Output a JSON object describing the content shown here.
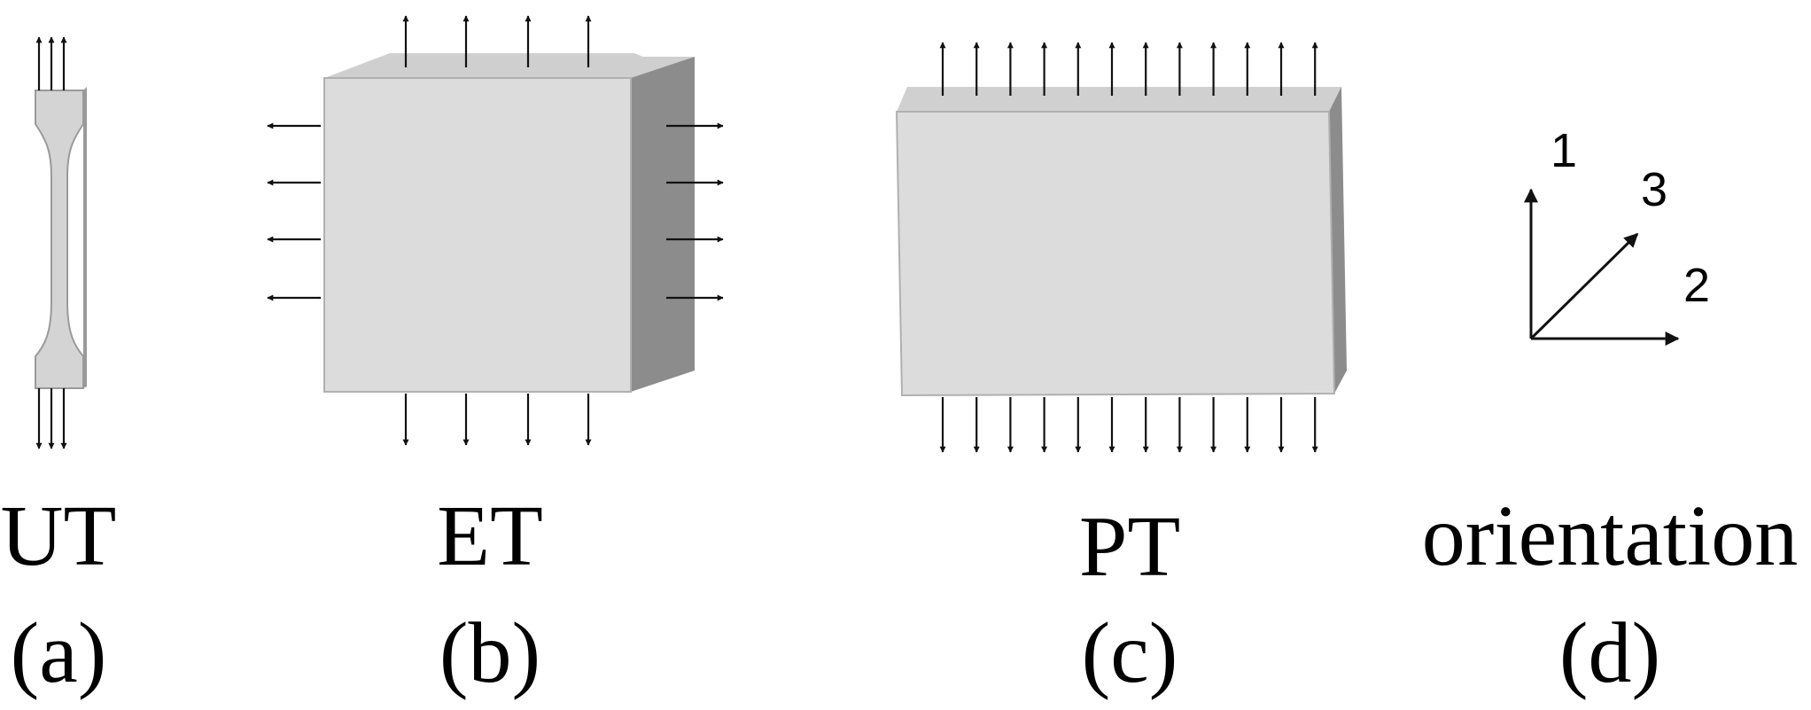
{
  "panels": [
    {
      "id": "a",
      "name": "UT",
      "letter": "(a)"
    },
    {
      "id": "b",
      "name": "ET",
      "letter": "(b)"
    },
    {
      "id": "c",
      "name": "PT",
      "letter": "(c)"
    },
    {
      "id": "d",
      "name": "orientation",
      "letter": "(d)"
    }
  ],
  "axes": {
    "one": "1",
    "two": "2",
    "three": "3"
  },
  "colors": {
    "front_face": "#dcdcdc",
    "top_face": "#d0d0d0",
    "side_face": "#8c8c8c",
    "outline": "#a8a8a8",
    "arrow": "#111111"
  }
}
